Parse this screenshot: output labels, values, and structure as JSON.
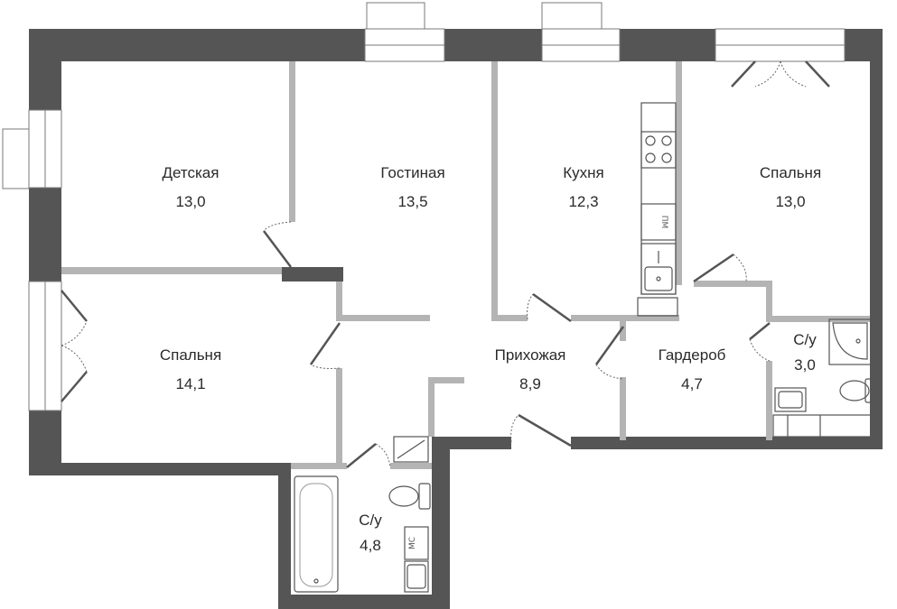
{
  "rooms": [
    {
      "id": "detskaya",
      "name": "Детская",
      "area": "13,0"
    },
    {
      "id": "gostinaya",
      "name": "Гостиная",
      "area": "13,5"
    },
    {
      "id": "kuhnya",
      "name": "Кухня",
      "area": "12,3"
    },
    {
      "id": "spalnya-1",
      "name": "Спальня",
      "area": "13,0"
    },
    {
      "id": "spalnya-2",
      "name": "Спальня",
      "area": "14,1"
    },
    {
      "id": "prihozhaya",
      "name": "Прихожая",
      "area": "8,9"
    },
    {
      "id": "garderob",
      "name": "Гардероб",
      "area": "4,7"
    },
    {
      "id": "su-small",
      "name": "С/у",
      "area": "3,0"
    },
    {
      "id": "su-large",
      "name": "С/у",
      "area": "4,8"
    }
  ],
  "fixture_labels": {
    "dishwasher": "ПМ",
    "shaft": "МС"
  }
}
